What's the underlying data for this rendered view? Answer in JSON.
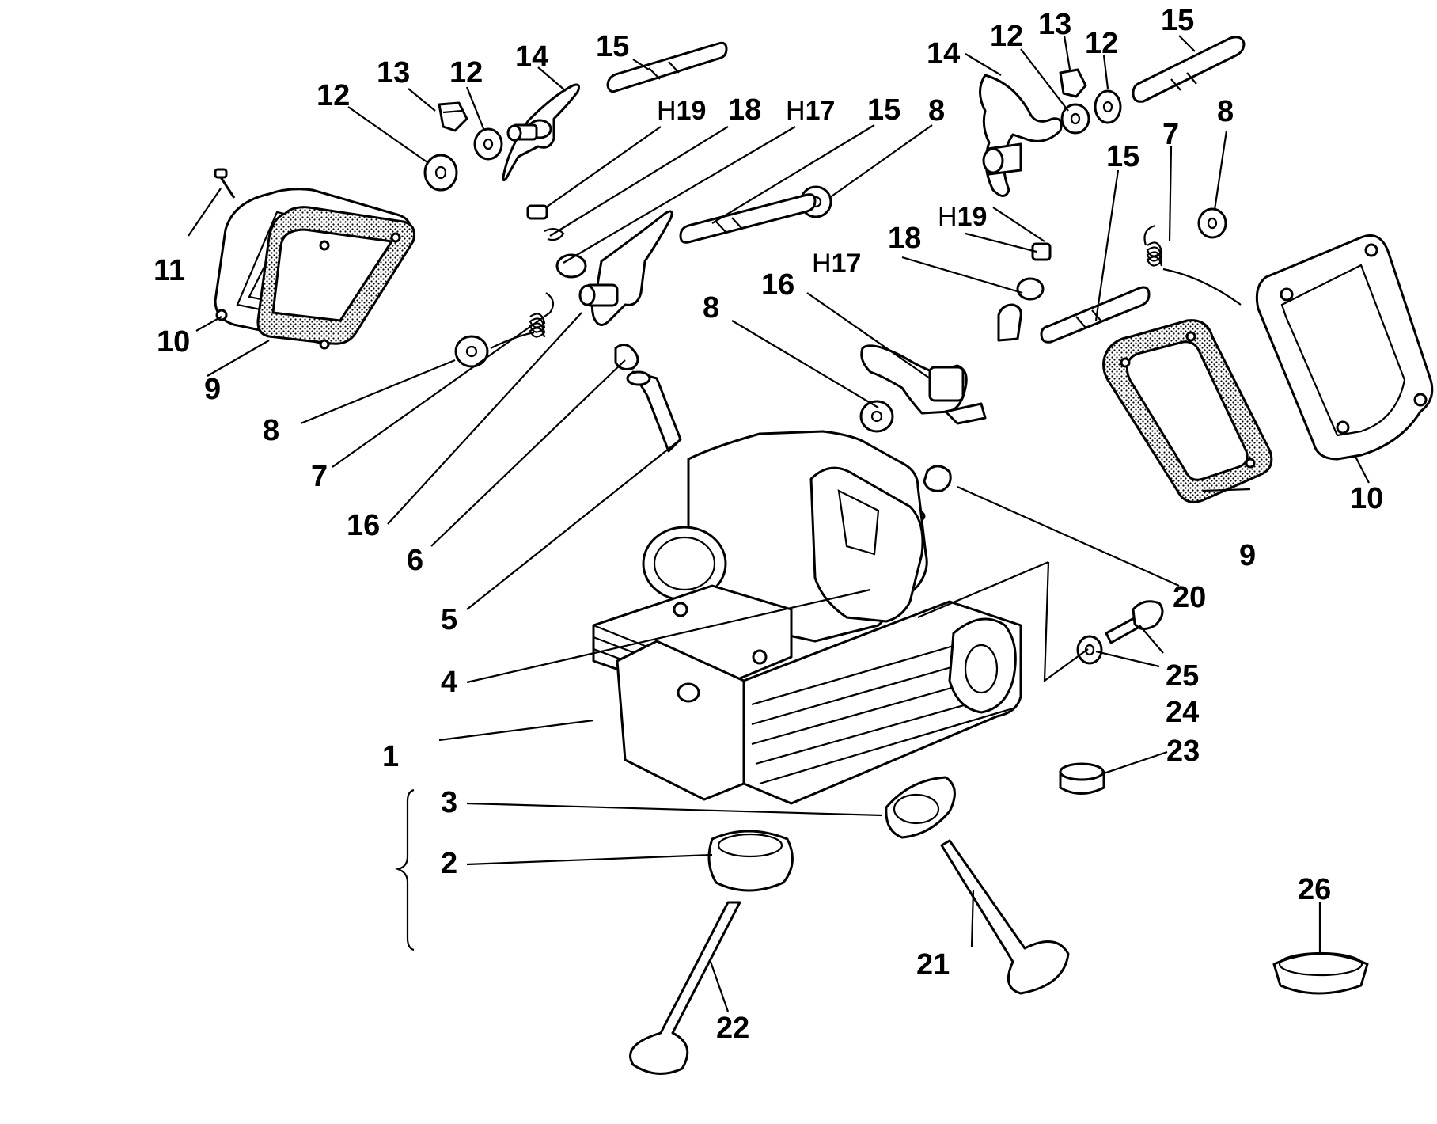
{
  "labels": {
    "l1": "1",
    "l2": "2",
    "l3": "3",
    "l4": "4",
    "l5": "5",
    "l6": "6",
    "l7a": "7",
    "l7b": "7",
    "l8a": "8",
    "l8b": "8",
    "l8c": "8",
    "l8d": "8",
    "l9a": "9",
    "l9b": "9",
    "l10a": "10",
    "l10b": "10",
    "l11": "11",
    "l12a": "12",
    "l12b": "12",
    "l12c": "12",
    "l12d": "12",
    "l13a": "13",
    "l13b": "13",
    "l14a": "14",
    "l14b": "14",
    "l15a": "15",
    "l15b": "15",
    "l15c": "15",
    "l15d": "15",
    "l16a": "16",
    "l16b": "16",
    "l17a_h": "H",
    "l17a_n": "17",
    "l17b_h": "H",
    "l17b_n": "17",
    "l18a": "18",
    "l18b": "18",
    "l19a_h": "H",
    "l19a_n": "19",
    "l19b_h": "H",
    "l19b_n": "19",
    "l20": "20",
    "l21": "21",
    "l22": "22",
    "l23": "23",
    "l24": "24",
    "l25": "25",
    "l26": "26"
  }
}
